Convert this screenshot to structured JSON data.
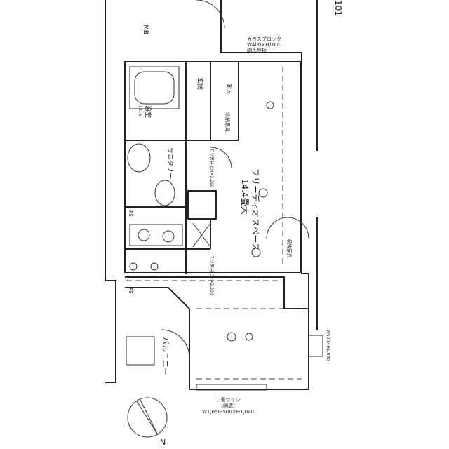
{
  "unit_number": "101",
  "labels": {
    "mb": "MB",
    "glass_block": "カラスブロック",
    "glass_block_size": "W400×H1000",
    "glass_block_note": "網入型板",
    "entrance": "玄関",
    "shoes": "靴入",
    "bath": "浴室",
    "bath_size": "1216",
    "storage_1": "収納家具",
    "sanitary": "サニタリー",
    "ceiling_1": "T.リ天井 CH=2,200",
    "free_space": "フリーディオスペース",
    "free_space_size": "14.4畳大",
    "ps_1": "PS",
    "ps_2": "PS",
    "storage_2": "収納家具",
    "ceiling_2": "T.リ天井 CH=2,200",
    "balcony": "バルコニー",
    "double_sash": "二重サッシ",
    "double_sash_note": "[網透]",
    "double_sash_size": "W1,650-500×H1,040",
    "side_window_size": "W500×H1,040",
    "north": "N"
  }
}
